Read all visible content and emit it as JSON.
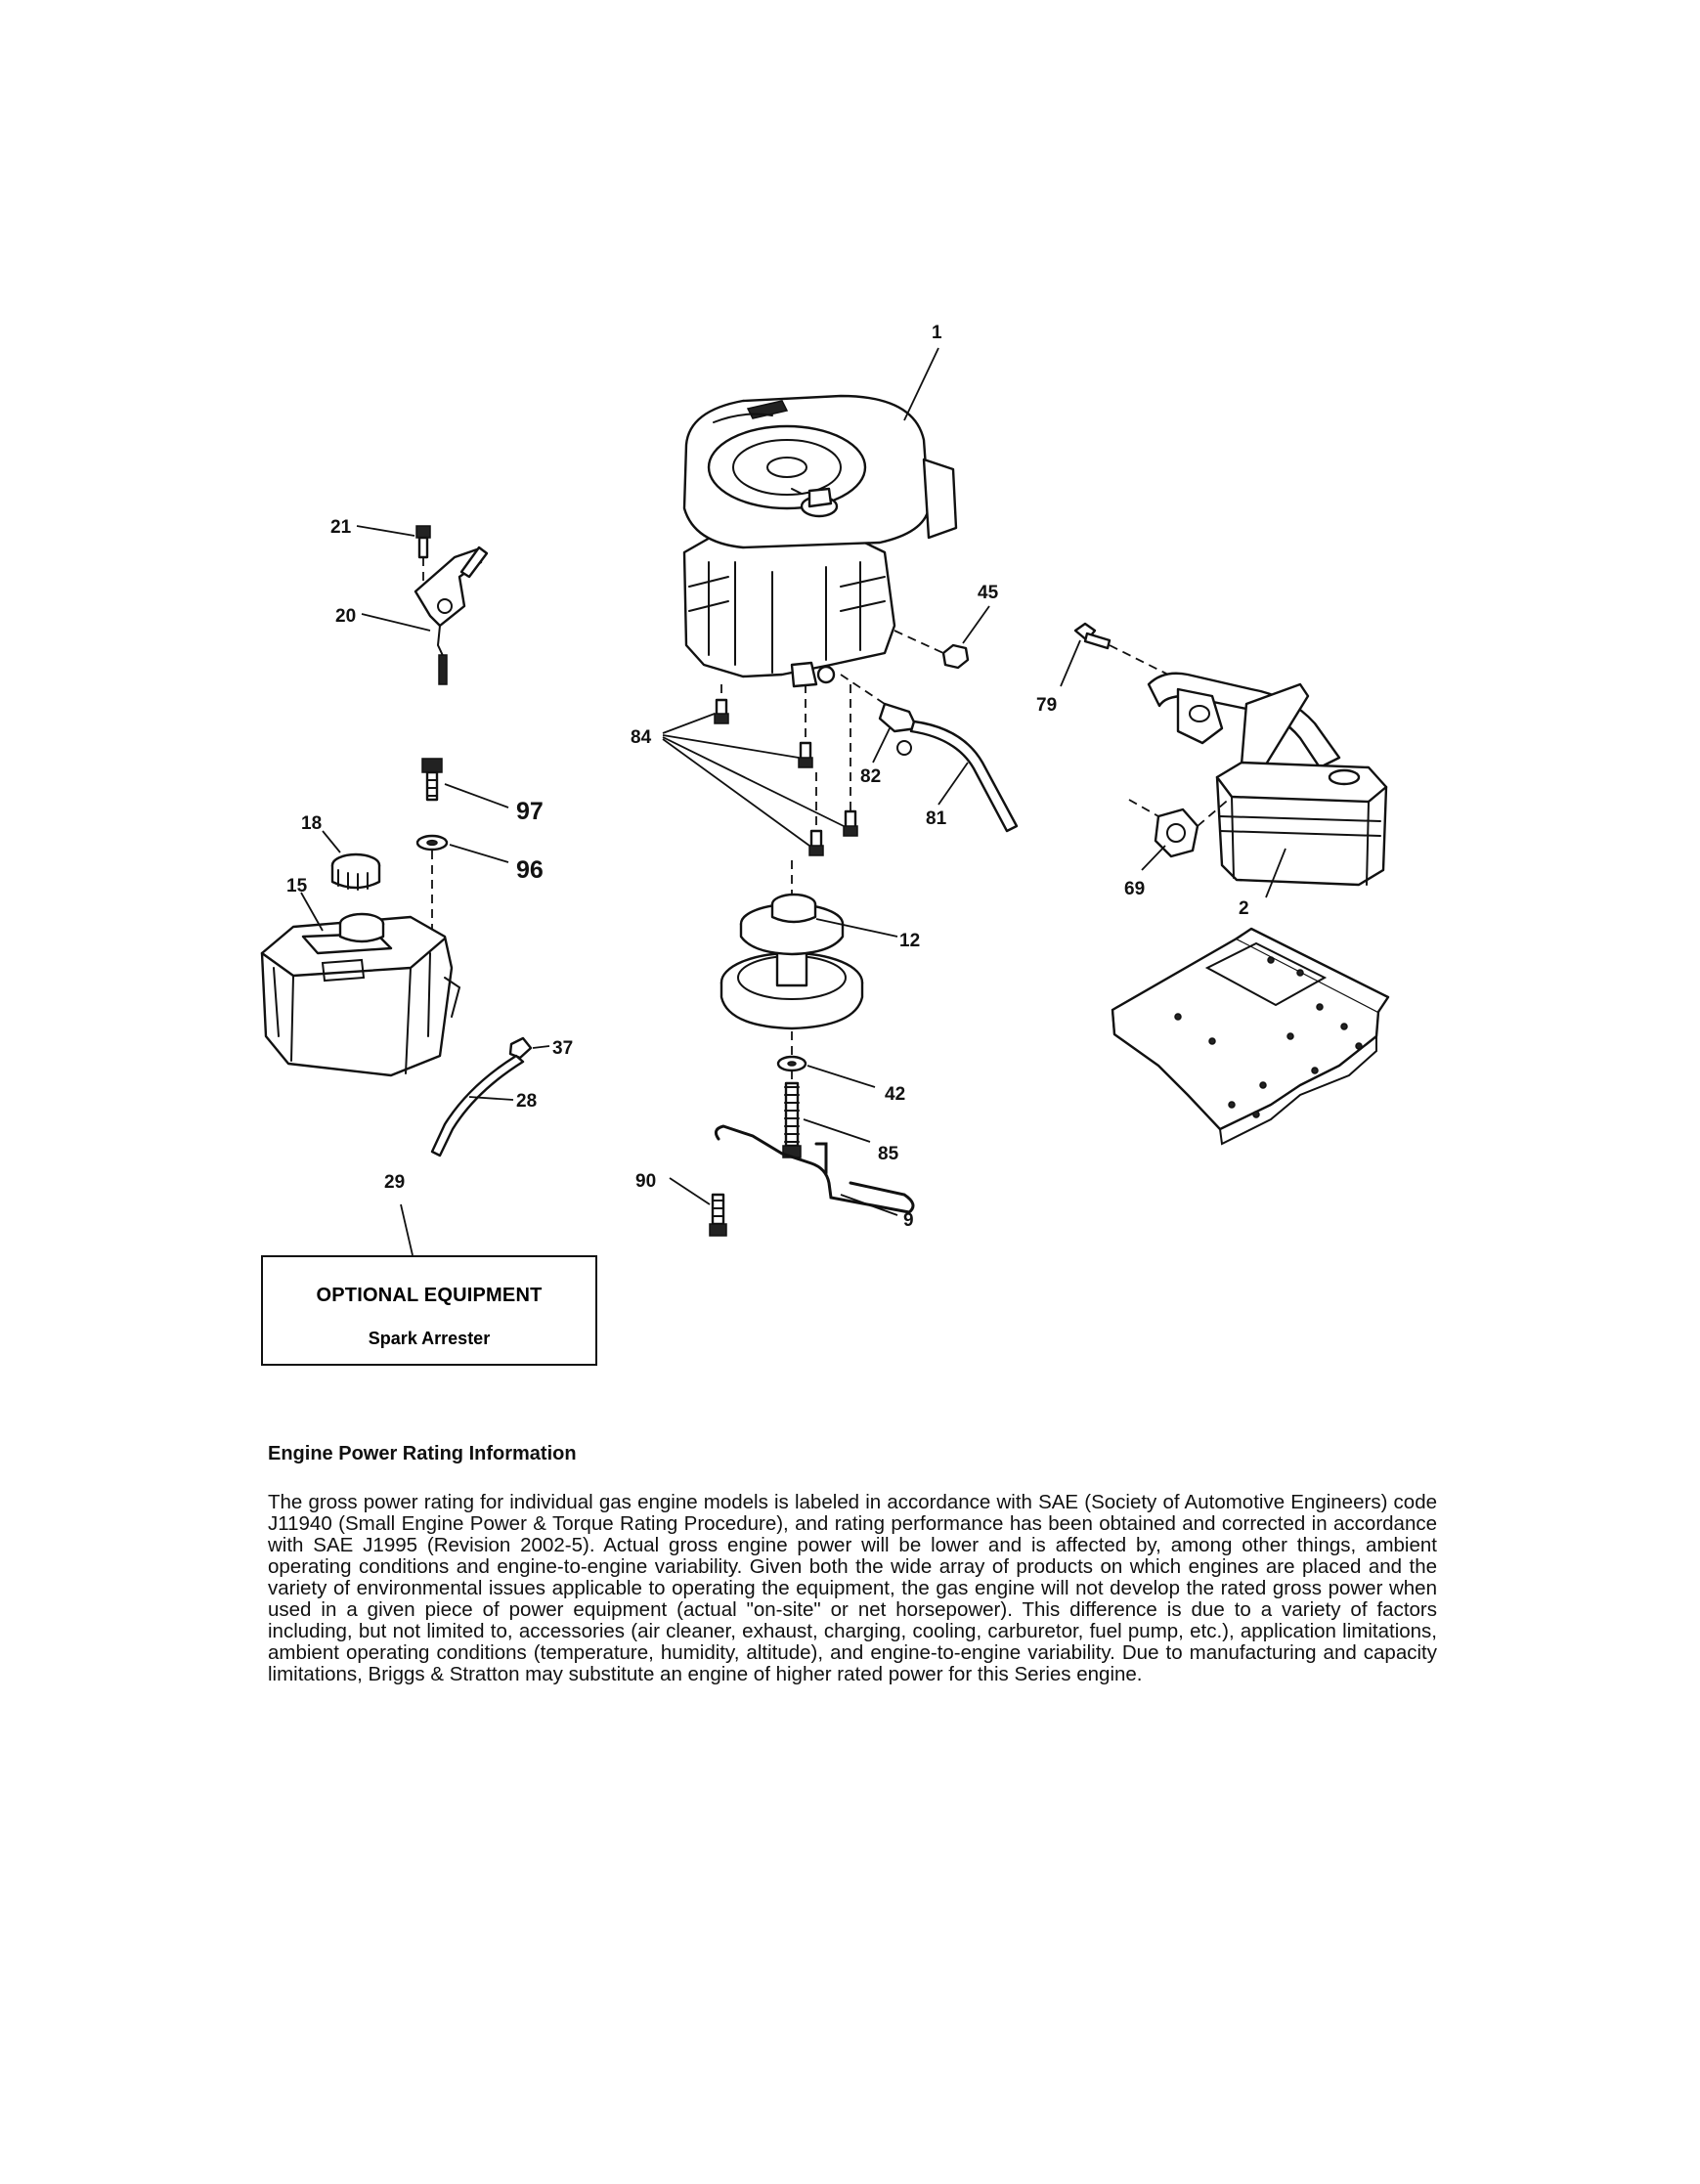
{
  "callouts": {
    "c1": "1",
    "c2": "2",
    "c9": "9",
    "c12": "12",
    "c15": "15",
    "c18": "18",
    "c20": "20",
    "c21": "21",
    "c28": "28",
    "c29": "29",
    "c37": "37",
    "c42": "42",
    "c45": "45",
    "c69": "69",
    "c79": "79",
    "c81": "81",
    "c82": "82",
    "c84": "84",
    "c85": "85",
    "c90": "90",
    "c96": "96",
    "c97": "97"
  },
  "optional_box": {
    "title": "OPTIONAL EQUIPMENT",
    "item": "Spark Arrester"
  },
  "info": {
    "heading": "Engine Power Rating Information",
    "body": "The gross power rating for individual gas engine models is labeled in accordance with SAE (Society of Automotive Engineers) code J11940 (Small Engine Power & Torque Rating Procedure), and rating performance has been obtained and corrected in accordance with SAE J1995 (Revision 2002-5). Actual gross engine power will be lower and is affected by, among other things, ambient operating conditions and engine-to-engine variability. Given both the wide array of products on which engines are placed and the variety of environmental issues applicable to operating the equipment, the gas engine will not develop the rated gross power when used in a given piece of power equipment (actual \"on-site\" or net horsepower). This difference is due to a variety of factors including, but not limited to, accessories (air cleaner, exhaust, charging, cooling, carburetor, fuel pump, etc.), application limitations, ambient operating conditions (temperature, humidity, altitude), and engine-to-engine variability. Due to manufacturing and capacity limitations, Briggs & Stratton may substitute an engine of higher rated power for this Series engine."
  }
}
